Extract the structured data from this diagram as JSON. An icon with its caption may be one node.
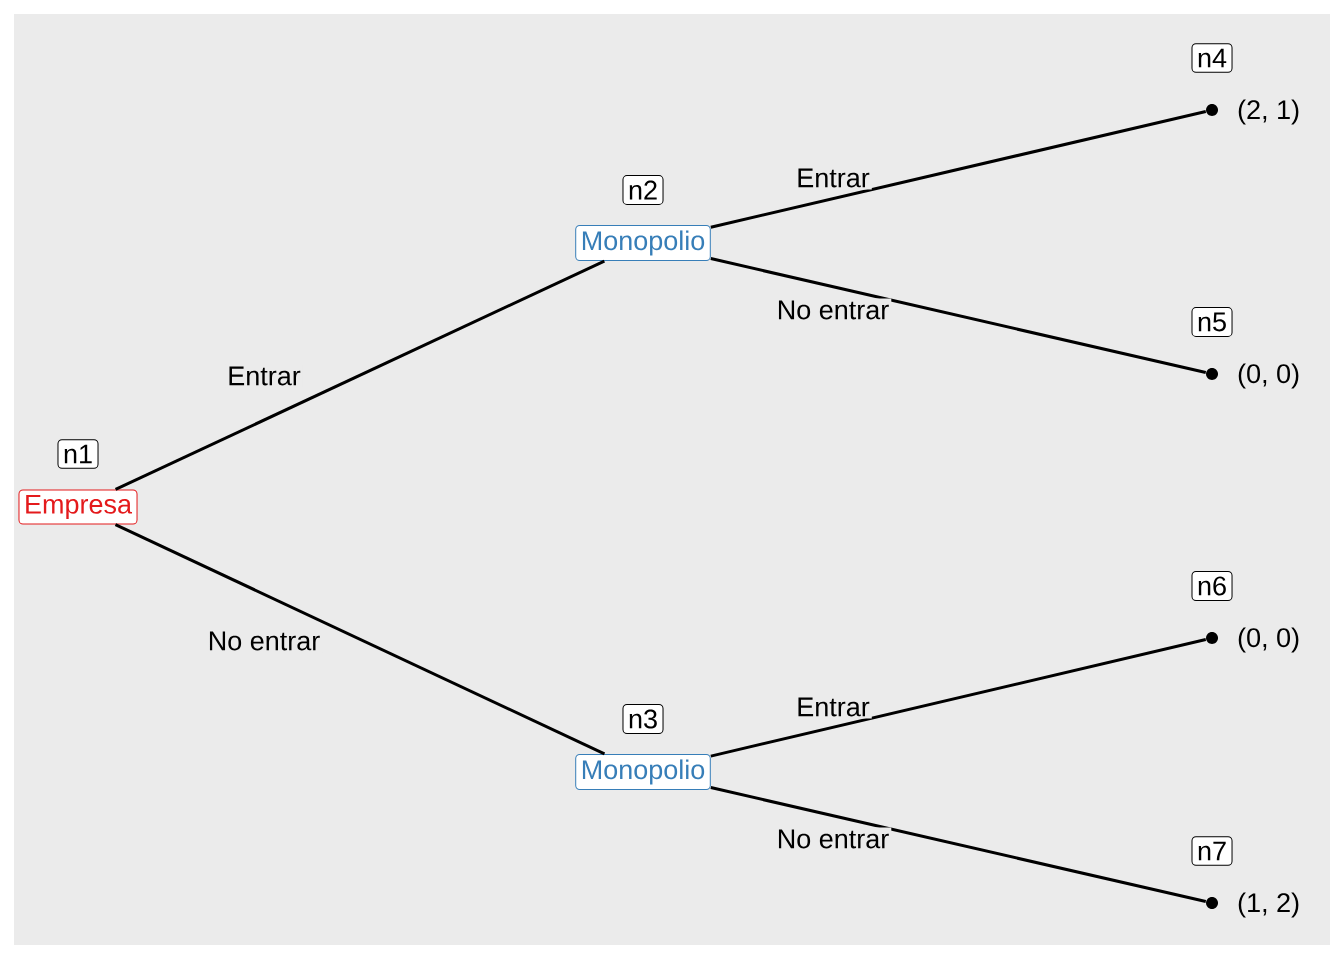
{
  "diagram": {
    "nodes": [
      {
        "text": [
          "Empresa"
        ],
        "beside": [
          "n1"
        ]
      },
      {
        "text": [
          "Monopolio"
        ],
        "beside": [
          "n2"
        ]
      },
      {
        "text": [
          "Monopolio"
        ],
        "beside": [
          "n3"
        ]
      },
      {
        "text": [],
        "shape": "circle",
        "beside": [
          "n4",
          "(2, 1)"
        ]
      },
      {
        "text": [],
        "shape": "circle",
        "beside": [
          "n5",
          "(0, 0)"
        ]
      },
      {
        "text": [],
        "shape": "circle",
        "beside": [
          "n6",
          "(0, 0)"
        ]
      },
      {
        "text": [],
        "shape": "circle",
        "beside": [
          "n7",
          "(1, 2)"
        ]
      }
    ],
    "edges": [
      {
        "from": 0,
        "to": 1,
        "arrow": "none",
        "label": "Entrar"
      },
      {
        "from": 0,
        "to": 2,
        "arrow": "none",
        "label": "No entrar"
      },
      {
        "from": 1,
        "to": 3,
        "arrow": "none",
        "label": "Entrar"
      },
      {
        "from": 1,
        "to": 4,
        "arrow": "none",
        "label": "No entrar"
      },
      {
        "from": 2,
        "to": 5,
        "arrow": "none",
        "label": "Entrar"
      },
      {
        "from": 2,
        "to": 6,
        "arrow": "none",
        "label": "No entrar"
      }
    ]
  }
}
